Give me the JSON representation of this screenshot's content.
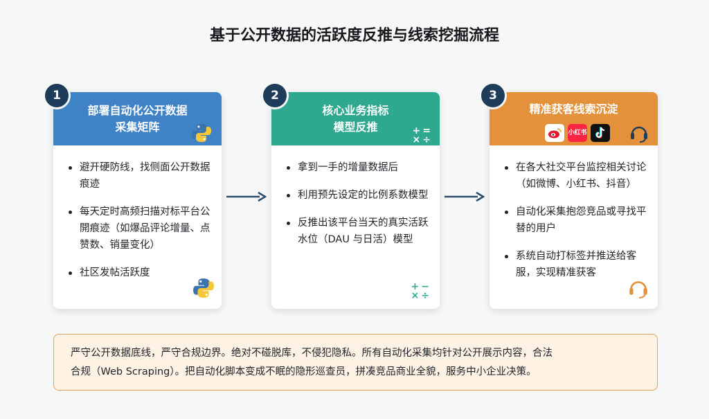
{
  "title": "基于公开数据的活跃度反推与线索挖掘流程",
  "steps": [
    {
      "number": "1",
      "header_line1": "部署自动化公开数据",
      "header_line2": "采集矩阵",
      "color": "#3f82c6",
      "header_icon": "python-icon",
      "items": [
        "避开硬防线，找侧面公开数据痕迹",
        "每天定时高频扫描对标平台公開痕迹（如爆品评论增量、点赞数、销量变化）",
        "社区发帖活跃度"
      ],
      "corner_icon": "python-icon"
    },
    {
      "number": "2",
      "header_line1": "核心业务指标",
      "header_line2": "模型反推",
      "color": "#2ea98f",
      "header_icon": "calculator-symbols-icon",
      "items": [
        "拿到一手的增量数据后",
        "利用预先设定的比例系数模型",
        "反推出该平台当天的真实活跃水位（DAU 与日活）模型"
      ],
      "corner_icon": "calculator-symbols-icon"
    },
    {
      "number": "3",
      "header_line1": "精准获客线索沉淀",
      "header_line2": "",
      "color": "#e4913b",
      "header_icon": "headset-icon",
      "social_icons": [
        "weibo-icon",
        "xiaohongshu-icon",
        "tiktok-icon"
      ],
      "social_label": "小红书",
      "items": [
        "在各大社交平台监控相关讨论（如微博、小红书、抖音）",
        "自动化采集抱怨竞品或寻找平替的用户",
        "系统自动打标签并推送给客服，实现精准获客"
      ],
      "corner_icon": "headset-icon"
    }
  ],
  "footer": {
    "line1": "严守公开数据底线，严守合规边界。绝对不碰脱库，不侵犯隐私。所有自动化采集均针对公开展示内容，合法",
    "line2": "合规（Web Scraping）。把自动化脚本变成不眠的隐形巡查员，拼凑竞品商业全貌，服务中小企业决策。"
  },
  "math_symbols": [
    "+",
    "=",
    "×",
    "÷"
  ],
  "math_symbols_alt": [
    "+",
    "−",
    "×",
    "÷"
  ]
}
